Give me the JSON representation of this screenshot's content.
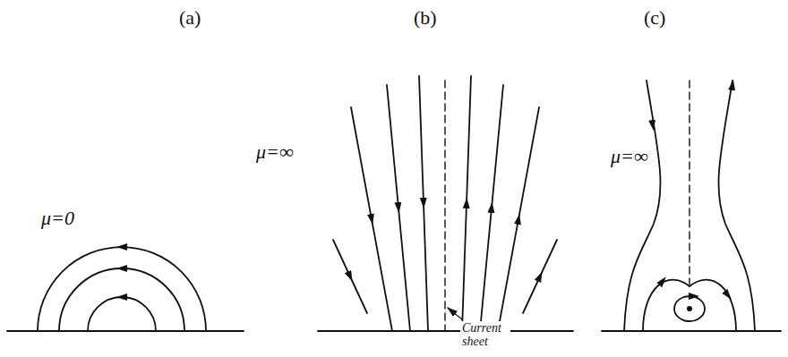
{
  "diagram": {
    "labels": [
      "(a)",
      "(b)",
      "(c)",
      "μ=0",
      "μ=∞",
      "Current sheet",
      "μ=∞"
    ]
  }
}
